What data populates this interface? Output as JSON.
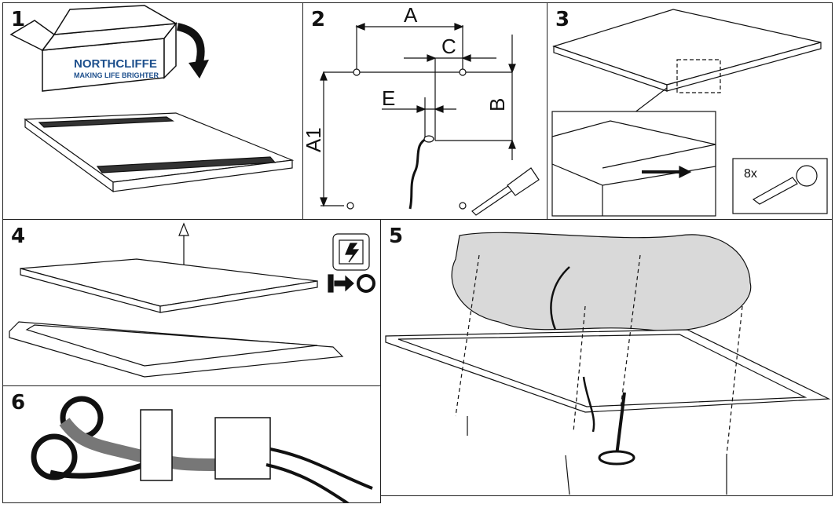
{
  "steps": {
    "s1": {
      "number": "1",
      "brand": "NORTHCLIFFE",
      "tagline": "MAKING LIFE BRIGHTER"
    },
    "s2": {
      "number": "2",
      "labels": {
        "a": "A",
        "c": "C",
        "b": "B",
        "e": "E",
        "a1": "A1"
      }
    },
    "s3": {
      "number": "3",
      "qty": "8x"
    },
    "s4": {
      "number": "4"
    },
    "s5": {
      "number": "5"
    },
    "s6": {
      "number": "6"
    }
  },
  "colors": {
    "ink": "#111111",
    "ceiling": "#d9d9d9",
    "brand_blue": "#1d4f8c"
  }
}
